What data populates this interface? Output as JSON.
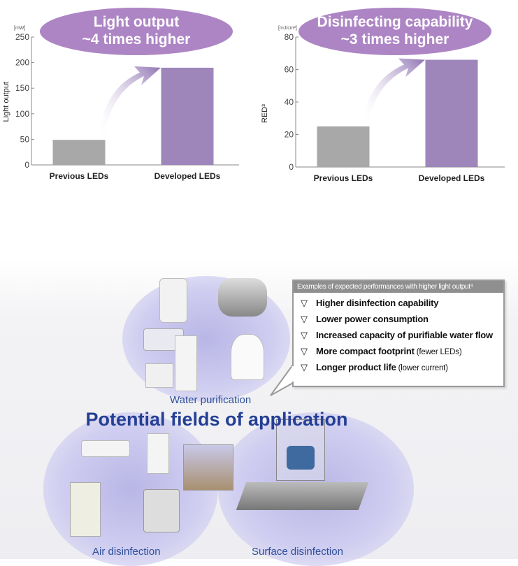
{
  "chart_data": [
    {
      "type": "bar",
      "title": "Light output ~4 times higher",
      "title_lines": [
        "Light output",
        "~4 times higher"
      ],
      "categories": [
        "Previous LEDs",
        "Developed LEDs"
      ],
      "values": [
        49,
        190
      ],
      "ylabel": "Light output",
      "yunit": "[mW]",
      "ylim": [
        0,
        250
      ],
      "yticks": [
        "0",
        "50",
        "100",
        "150",
        "200",
        "250"
      ],
      "colors": [
        "#a8a8a8",
        "#9e86bb"
      ]
    },
    {
      "type": "bar",
      "title": "Disinfecting capability ~3 times higher",
      "title_lines": [
        "Disinfecting capability",
        "~3 times higher"
      ],
      "categories": [
        "Previous LEDs",
        "Developed LEDs"
      ],
      "values": [
        25,
        66
      ],
      "ylabel": "RED³",
      "yunit": "[mJ/cm²]",
      "ylim": [
        0,
        80
      ],
      "yticks": [
        "0",
        "20",
        "40",
        "60",
        "80"
      ],
      "colors": [
        "#a8a8a8",
        "#9e86bb"
      ]
    }
  ],
  "callout": {
    "header": "Examples of expected performances with higher light output⁴",
    "items": [
      {
        "bold": "Higher disinfection capability",
        "sub": ""
      },
      {
        "bold": "Lower power consumption",
        "sub": ""
      },
      {
        "bold": "Increased capacity of purifiable water flow",
        "sub": ""
      },
      {
        "bold": "More compact footprint",
        "sub": " (fewer LEDs)"
      },
      {
        "bold": "Longer product life",
        "sub": " (lower current)"
      }
    ],
    "marker": "▽"
  },
  "fields": {
    "title": "Potential fields of application",
    "water": "Water purification",
    "air": "Air disinfection",
    "surface": "Surface disinfection"
  },
  "colors": {
    "bubble": "#ad85c4",
    "bar_prev": "#a8a8a8",
    "bar_dev": "#9e86bb",
    "title_blue": "#243f95"
  }
}
